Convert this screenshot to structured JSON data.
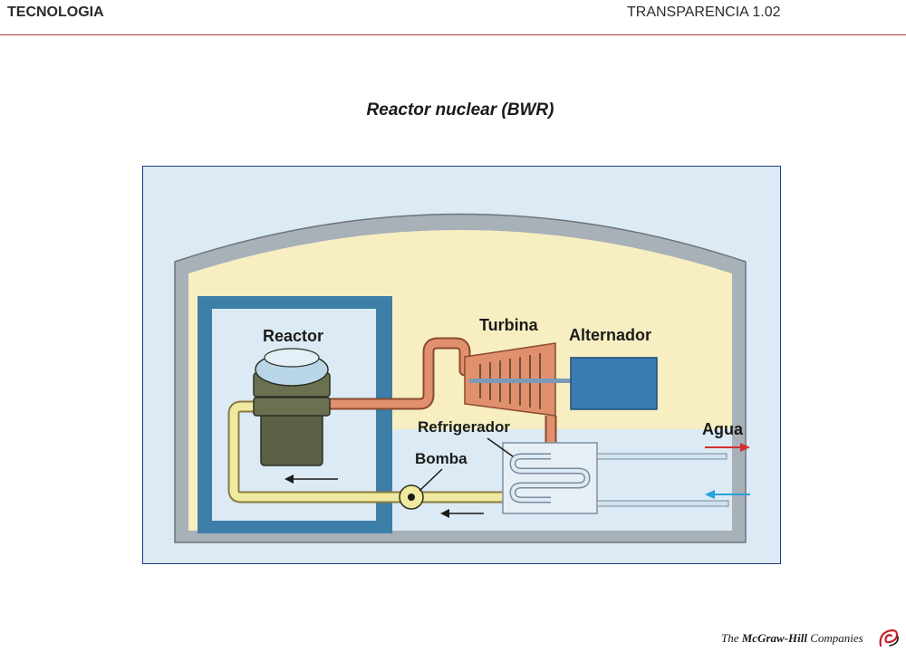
{
  "header": {
    "left_label": "TECNOLOGIA",
    "right_label": "TRANSPARENCIA 1.02"
  },
  "title": "Reactor nuclear (BWR)",
  "diagram": {
    "labels": {
      "reactor": "Reactor",
      "turbina": "Turbina",
      "alternador": "Alternador",
      "refrigerador": "Refrigerador",
      "bomba": "Bomba",
      "agua": "Agua"
    }
  },
  "footer": {
    "prefix": "The",
    "brand": "McGraw-Hill",
    "suffix": "Companies"
  },
  "colors": {
    "header_rule": "#b03a3a",
    "building_fill": "#f7eec2",
    "wall": "#a8b0b8",
    "containment": "#3d7fa8",
    "steam_pipe": "#e0906c",
    "water_pipe": "#f0eaa0",
    "alternator": "#3a7bb0",
    "arrow_hot": "#d23030",
    "arrow_cold": "#2aa0dc"
  }
}
